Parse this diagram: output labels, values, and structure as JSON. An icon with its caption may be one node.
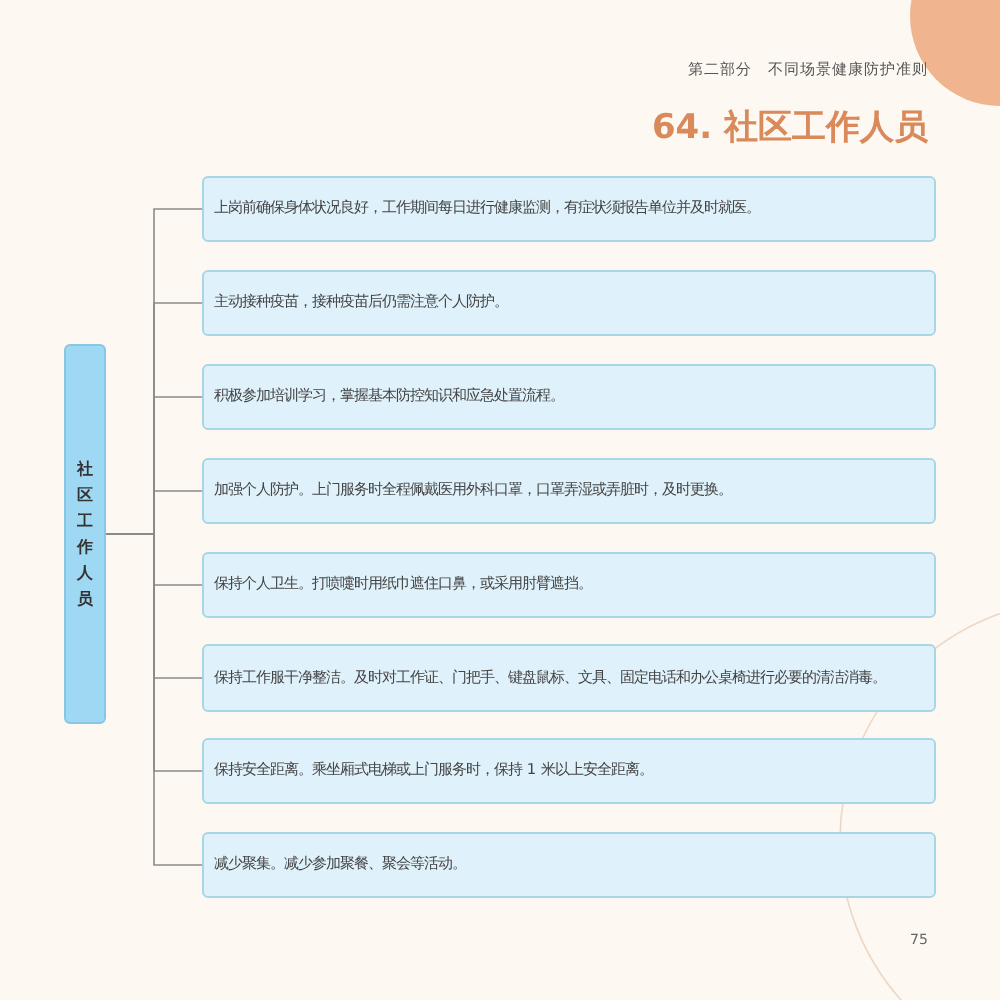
{
  "diagram": {
    "title": "64. 社区工作人员",
    "nodes": [
      {
        "text": [
          "社区工作人员"
        ]
      },
      {
        "text": [
          "上岗前确保身体状况良好，工作期间每日进行健康监测，有症状须报告单位并及时就医。"
        ]
      },
      {
        "text": [
          "主动接种疫苗，接种疫苗后仍需注意个人防护。"
        ]
      },
      {
        "text": [
          "积极参加培训学习，掌握基本防控知识和应急处置流程。"
        ]
      },
      {
        "text": [
          "加强个人防护。上门服务时全程佩戴医用外科口罩，口罩弄湿或弄脏时，及时更换。"
        ]
      },
      {
        "text": [
          "保持个人卫生。打喷嚏时用纸巾遮住口鼻，或采用肘臂遮挡。"
        ]
      },
      {
        "text": [
          "保持工作服干净整洁。及时对工作证、门把手、键盘鼠标、文具、固定电话和办公桌椅进行必要的清洁消毒。"
        ]
      },
      {
        "text": [
          "保持安全距离。乘坐厢式电梯或上门服务时，保持 1 米以上安全距离。"
        ]
      },
      {
        "text": [
          "减少聚集。减少参加聚餐、聚会等活动。"
        ]
      }
    ],
    "edges": [
      {
        "from": 0,
        "to": 1,
        "arrow": "none"
      },
      {
        "from": 0,
        "to": 2,
        "arrow": "none"
      },
      {
        "from": 0,
        "to": 3,
        "arrow": "none"
      },
      {
        "from": 0,
        "to": 4,
        "arrow": "none"
      },
      {
        "from": 0,
        "to": 5,
        "arrow": "none"
      },
      {
        "from": 0,
        "to": 6,
        "arrow": "none"
      },
      {
        "from": 0,
        "to": 7,
        "arrow": "none"
      },
      {
        "from": 0,
        "to": 8,
        "arrow": "none"
      }
    ],
    "labels": [
      "第二部分　不同场景健康防护准则",
      "75"
    ]
  }
}
